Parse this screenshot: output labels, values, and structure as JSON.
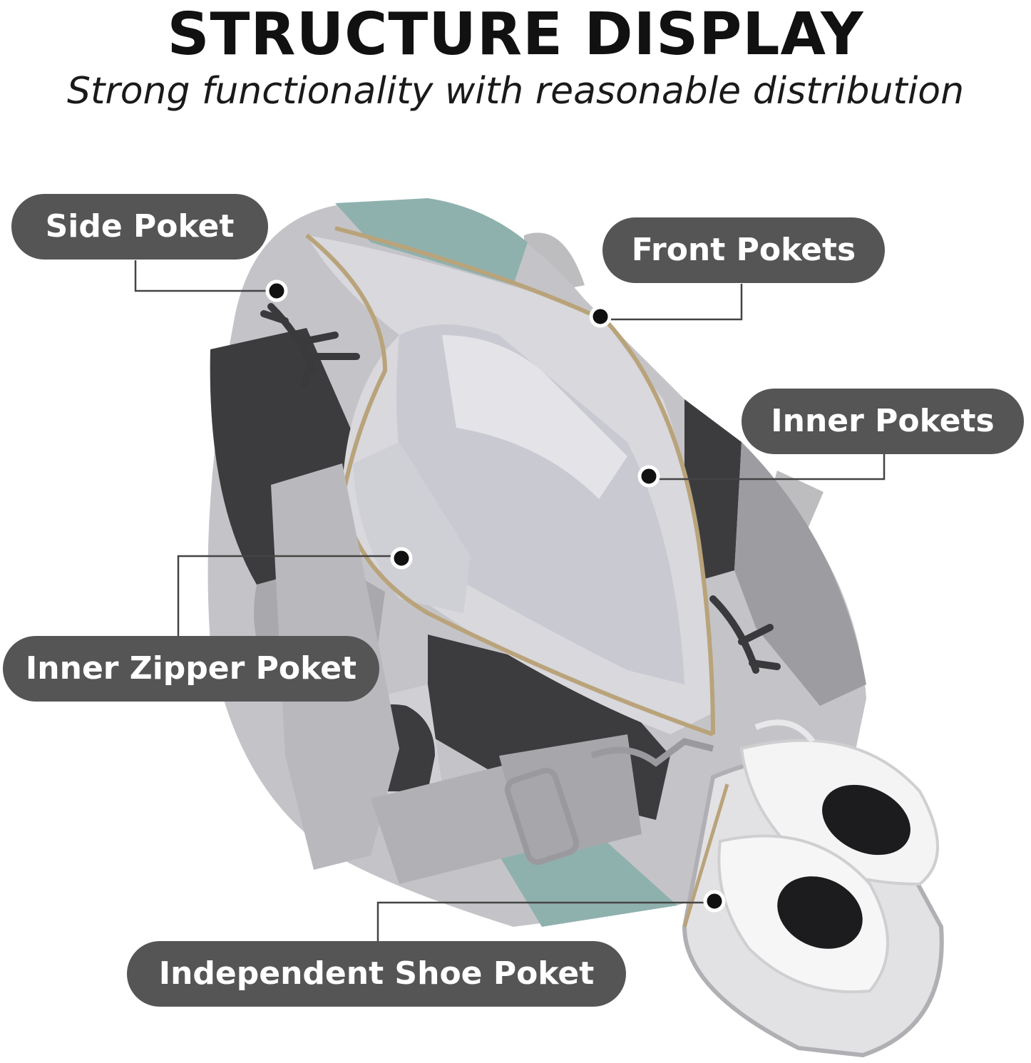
{
  "header": {
    "title": "STRUCTURE DISPLAY",
    "subtitle": "Strong functionality with reasonable distribution"
  },
  "callouts": {
    "side_pocket": "Side Poket",
    "front_pockets": "Front Pokets",
    "inner_pockets": "Inner Pokets",
    "inner_zipper_pocket": "Inner Zipper Poket",
    "shoe_pocket": "Independent Shoe Poket"
  },
  "colors": {
    "label_background": "#555555",
    "label_text": "#ffffff",
    "leader_line": "#444444",
    "marker_dot": "#111111",
    "bag_light_gray": "#c4c4c8",
    "bag_dark_gray": "#3c3c3e",
    "bag_teal": "#8fb1ae",
    "bag_lining": "#d8d8dd",
    "zipper": "#b9a37a"
  }
}
